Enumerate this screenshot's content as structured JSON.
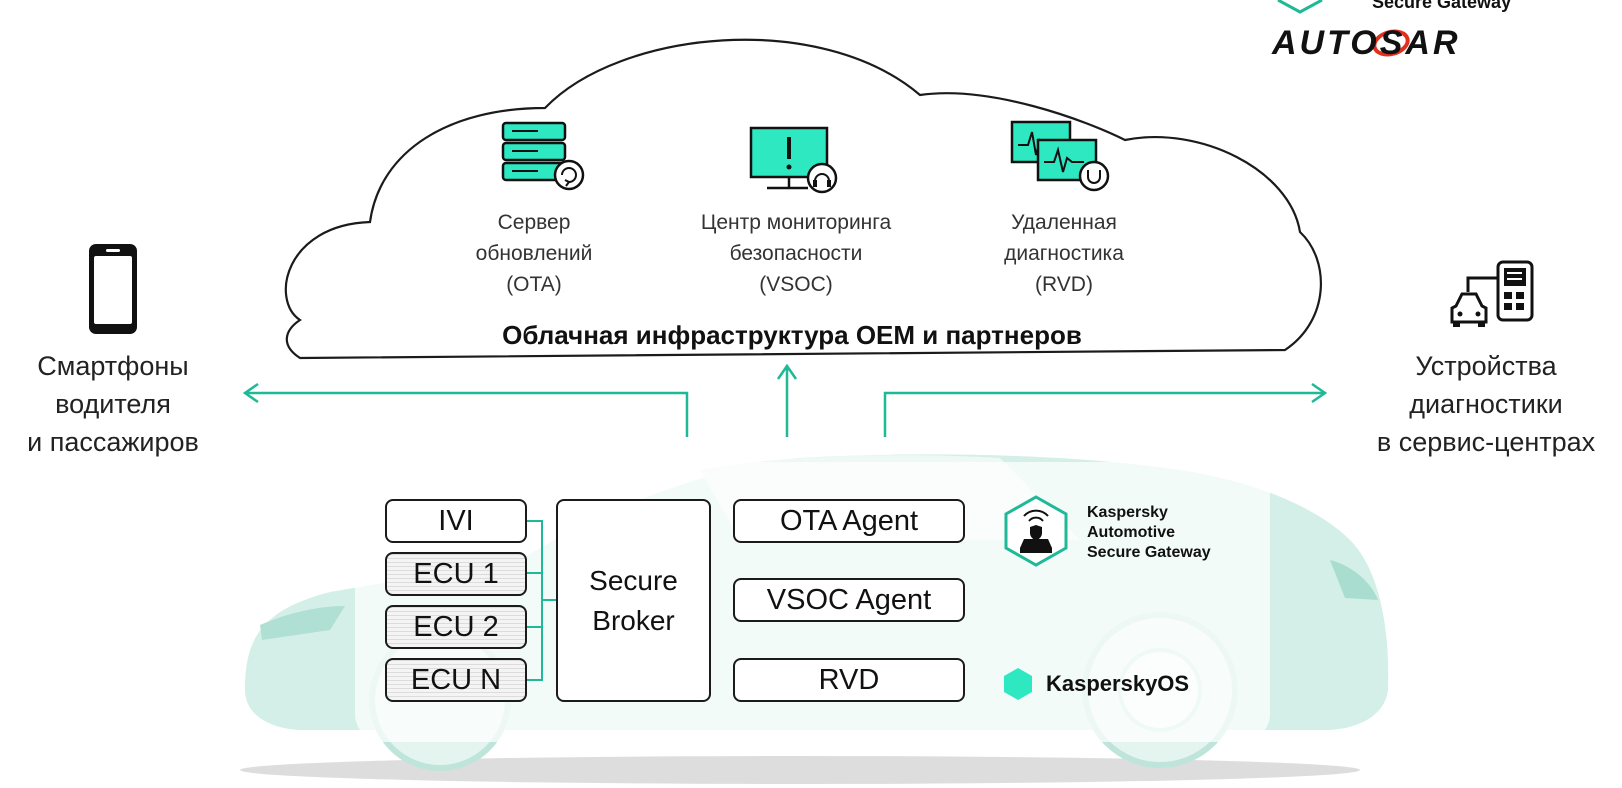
{
  "colors": {
    "accent": "#1fb997",
    "icon_fill": "#2ee8c2",
    "car_tint": "#c9ede4"
  },
  "logos": {
    "partial_top": "Secure Gateway",
    "autosar": "AUTOSAR"
  },
  "cloud": {
    "title": "Облачная инфраструктура OEM и партнеров",
    "services": [
      {
        "icon": "server-sync-icon",
        "line1": "Сервер",
        "line2": "обновлений",
        "line3": "(OTA)"
      },
      {
        "icon": "monitor-alert-icon",
        "line1": "Центр мониторинга",
        "line2": "безопасности",
        "line3": "(VSOC)"
      },
      {
        "icon": "remote-diagnostics-icon",
        "line1": "Удаленная",
        "line2": "диагностика",
        "line3": "(RVD)"
      }
    ]
  },
  "left": {
    "icon": "smartphone-icon",
    "line1": "Смартфоны",
    "line2": "водителя",
    "line3": "и пассажиров"
  },
  "right": {
    "icon": "diagnostic-device-icon",
    "line1": "Устройства",
    "line2": "диагностики",
    "line3": "в сервис-центрах"
  },
  "vehicle": {
    "ecus": [
      "IVI",
      "ECU 1",
      "ECU 2",
      "ECU N"
    ],
    "broker_line1": "Secure",
    "broker_line2": "Broker",
    "agents": [
      "OTA Agent",
      "VSOC Agent",
      "RVD"
    ],
    "gateway_line1": "Kaspersky",
    "gateway_line2": "Automotive",
    "gateway_line3": "Secure Gateway",
    "os_name": "KasperskyOS"
  }
}
